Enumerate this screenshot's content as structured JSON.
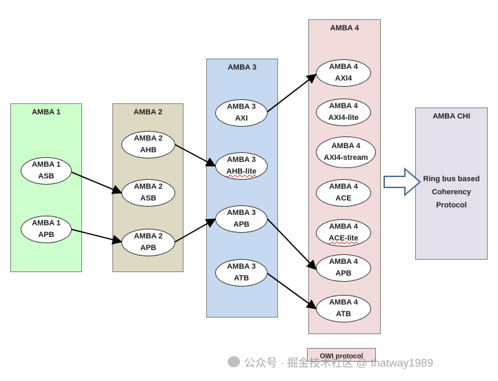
{
  "amba1": {
    "title": "AMBA 1",
    "fill": "#ccffcc",
    "nodes": [
      {
        "id": "asb",
        "line1": "AMBA 1",
        "line2": "ASB"
      },
      {
        "id": "apb",
        "line1": "AMBA 1",
        "line2": "APB"
      }
    ]
  },
  "amba2": {
    "title": "AMBA 2",
    "fill": "#ddd9c3",
    "nodes": [
      {
        "id": "ahb",
        "line1": "AMBA 2",
        "line2": "AHB"
      },
      {
        "id": "asb",
        "line1": "AMBA 2",
        "line2": "ASB"
      },
      {
        "id": "apb",
        "line1": "AMBA 2",
        "line2": "APB"
      }
    ]
  },
  "amba3": {
    "title": "AMBA 3",
    "fill": "#c6d9f1",
    "nodes": [
      {
        "id": "axi",
        "line1": "AMBA 3",
        "line2": "AXI"
      },
      {
        "id": "ahb-lite",
        "line1": "AMBA 3",
        "line2": "AHB-lite"
      },
      {
        "id": "apb",
        "line1": "AMBA 3",
        "line2": "APB"
      },
      {
        "id": "atb",
        "line1": "AMBA 3",
        "line2": "ATB"
      }
    ]
  },
  "amba4": {
    "title": "AMBA 4",
    "fill": "#f2dcdb",
    "nodes": [
      {
        "id": "axi4",
        "line1": "AMBA 4",
        "line2": "AXI4"
      },
      {
        "id": "axi4-lite",
        "line1": "AMBA 4",
        "line2": "AXI4-lite"
      },
      {
        "id": "axi4-stream",
        "line1": "AMBA 4",
        "line2": "AXI4-stream"
      },
      {
        "id": "ace",
        "line1": "AMBA 4",
        "line2": "ACE"
      },
      {
        "id": "ace-lite",
        "line1": "AMBA 4",
        "line2": "ACE-lite"
      },
      {
        "id": "apb",
        "line1": "AMBA 4",
        "line2": "APB"
      },
      {
        "id": "atb",
        "line1": "AMBA 4",
        "line2": "ATB"
      }
    ]
  },
  "chi": {
    "title": "AMBA CHI",
    "fill": "#e6e0ec",
    "line1": "Ring bus based",
    "line2": "Coherency",
    "line3": "Protocol"
  },
  "partial_label": "OWI protocol",
  "watermark": "公众号 · 掘金技术社区 @ thatway1989",
  "colors": {
    "arrow": "#000000",
    "block_arrow_fill": "#ffffff",
    "block_arrow_stroke": "#4f6d8f"
  }
}
